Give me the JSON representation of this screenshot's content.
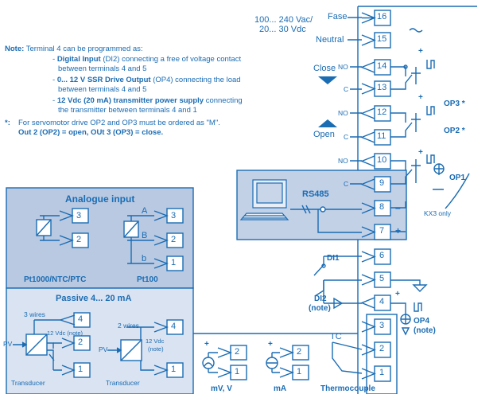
{
  "supply": {
    "line1": "100... 240 Vac/",
    "line2": "20... 30 Vdc",
    "fase": "Fase",
    "neutral": "Neutral",
    "symbol": "~"
  },
  "terminals": {
    "t16": "16",
    "t15": "15",
    "t14": "14",
    "t13": "13",
    "t12": "12",
    "t11": "11",
    "t10": "10",
    "t9": "9",
    "t8": "8",
    "t7": "7",
    "t6": "6",
    "t5": "5",
    "t4": "4",
    "t3": "3",
    "t2": "2",
    "t1": "1"
  },
  "contacts": {
    "no14": "NO",
    "c13": "C",
    "no12": "NO",
    "c11": "C",
    "no10": "NO",
    "c9": "C"
  },
  "labels": {
    "close": "Close",
    "open": "Open",
    "op3": "OP3 *",
    "op2": "OP2 *",
    "op1": "OP1",
    "rs485": "RS485",
    "kx3": "KX3 only",
    "minus": "–",
    "plus": "+",
    "di1": "DI1",
    "di2a": "DI2",
    "di2b": "(note)",
    "op4a": "OP4",
    "op4b": "(note)"
  },
  "note": {
    "label": "Note:",
    "intro": "Terminal 4 can be programmed as:",
    "b1_bold": "Digital Input",
    "b1_rest": "(DI2) connecting a free of voltage contact",
    "b1_line2": "between terminals 4 and 5",
    "b2_bold": "0... 12 V SSR Drive Output",
    "b2_rest": "(OP4) connecting the load",
    "b2_line2": "between terminals 4 and 5",
    "b3_bold": "12 Vdc (20 mA) transmitter power supply",
    "b3_rest": "connecting",
    "b3_line2": "the transmitter between terminals 4 and 1",
    "star": "*:",
    "star_line1": "For servomotor drive OP2 and OP3 must be ordered as \"M\".",
    "star_line2": "Out 2 (OP2) = open, OUt 3 (OP3) = close."
  },
  "analogue": {
    "title": "Analogue input",
    "pt1000": "Pt1000/NTC/PTC",
    "pt100": "Pt100",
    "a": "A",
    "b_upper": "B",
    "b_lower": "b",
    "passive": "Passive 4... 20 mA",
    "wires3": "3 wires",
    "wires2": "2 wires",
    "v12_note": "12 Vdc (note)",
    "v12": "12 Vdc",
    "v12_2": "(note)",
    "pv": "PV",
    "transducer": "Transducer"
  },
  "bottom": {
    "mv": "mV, V",
    "ma": "mA",
    "tc_title": "Thermocouple",
    "tc": "TC"
  },
  "colors": {
    "accent": "#1a6cb3",
    "panel": "#b9c9e2",
    "panel_light": "#dae3f1",
    "rs_panel": "#c3d1e7"
  }
}
